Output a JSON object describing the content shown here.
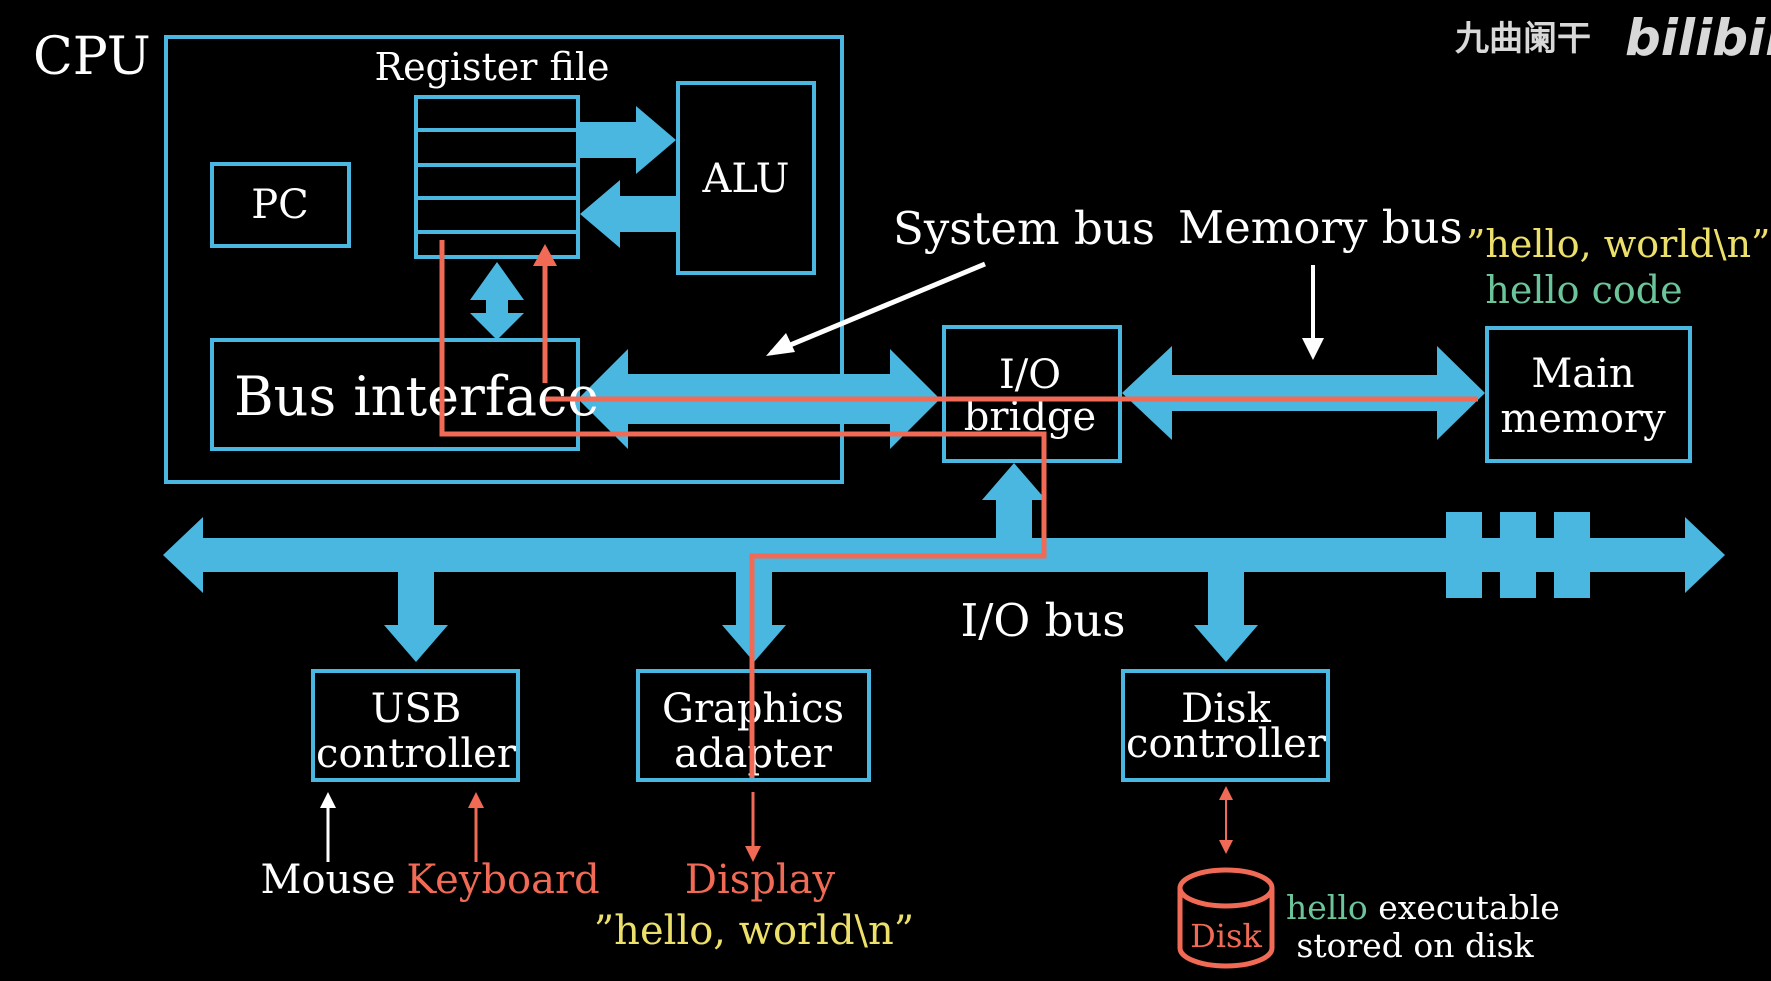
{
  "watermark": {
    "channel": "九曲阑干",
    "site": "bilibili"
  },
  "colors": {
    "background": "#000000",
    "box": "#4ab7e0",
    "bus": "#4ab7e0",
    "path": "#f06a55",
    "text": "#ffffff",
    "yellow": "#ece06a",
    "green": "#6cc49a"
  },
  "cpu": {
    "title": "CPU",
    "register_file": "Register file",
    "pc": "PC",
    "alu": "ALU",
    "bus_interface": "Bus interface"
  },
  "bridge": {
    "line1": "I/O",
    "line2": "bridge"
  },
  "main_memory": {
    "line1": "Main",
    "line2": "memory"
  },
  "labels": {
    "system_bus": "System bus",
    "memory_bus": "Memory bus",
    "io_bus": "I/O bus"
  },
  "memory_contents": {
    "string": "”hello, world\\n”",
    "code": "hello code"
  },
  "usb": {
    "line1": "USB",
    "line2": "controller"
  },
  "graphics": {
    "line1": "Graphics",
    "line2": "adapter"
  },
  "disk_ctrl": {
    "line1": "Disk",
    "line2": "controller"
  },
  "devices": {
    "mouse": "Mouse",
    "keyboard": "Keyboard",
    "display": "Display",
    "display_output": "”hello, world\\n”",
    "disk": "Disk"
  },
  "disk_note": {
    "hello": "hello",
    "executable": " executable",
    "line2": "stored on disk"
  }
}
